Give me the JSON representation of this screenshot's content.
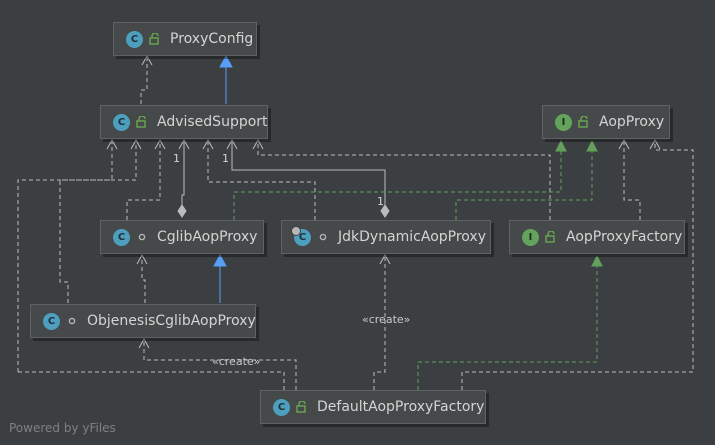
{
  "nodes": {
    "proxy_config": {
      "label": "ProxyConfig",
      "kind": "C"
    },
    "advised_support": {
      "label": "AdvisedSupport",
      "kind": "C"
    },
    "aop_proxy": {
      "label": "AopProxy",
      "kind": "I"
    },
    "cglib_aop_proxy": {
      "label": "CglibAopProxy",
      "kind": "C"
    },
    "jdk_dynamic_aop_proxy": {
      "label": "JdkDynamicAopProxy",
      "kind": "C"
    },
    "aop_proxy_factory": {
      "label": "AopProxyFactory",
      "kind": "I"
    },
    "objenesis_cglib_aop_proxy": {
      "label": "ObjenesisCglibAopProxy",
      "kind": "C"
    },
    "default_aop_proxy_factory": {
      "label": "DefaultAopProxyFactory",
      "kind": "C"
    }
  },
  "multiplicity": {
    "cglib": "1",
    "jdk": "1",
    "jdk_end": "1"
  },
  "stereotypes": {
    "create_objenesis": "«create»",
    "create_jdk": "«create»"
  },
  "footer": "Powered by yFiles",
  "colors": {
    "background": "#3c3f41",
    "node_fill": "#45494a",
    "edge": "#bbbbbb",
    "extends": "#589df6",
    "implements": "#62a05b",
    "class_icon": "#4d9fbd",
    "interface_icon": "#63a35c"
  }
}
